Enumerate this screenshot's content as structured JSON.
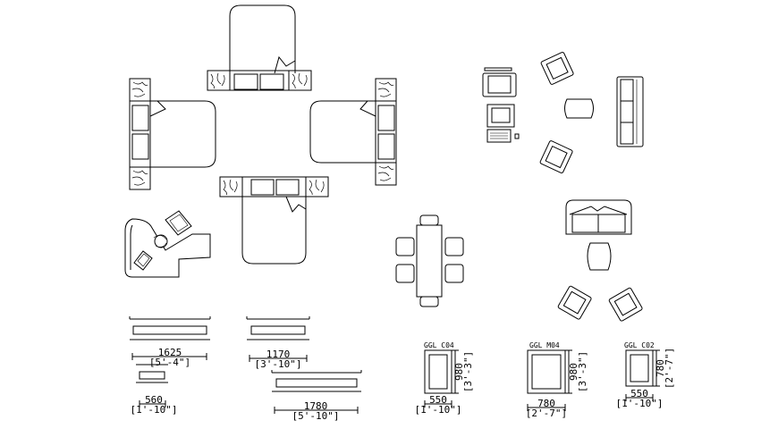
{
  "dims": {
    "d1625": {
      "mm": "1625",
      "ft": "[5'-4\"]"
    },
    "d1170": {
      "mm": "1170",
      "ft": "[3'-10\"]"
    },
    "d560": {
      "mm": "560",
      "ft": "[1'-10\"]"
    },
    "d1780": {
      "mm": "1780",
      "ft": "[5'-10\"]"
    }
  },
  "tables": [
    {
      "code": "GGL C04",
      "width": "550",
      "width_ft": "[1'-10\"]",
      "depth": "980",
      "depth_ft": "[3'-3\"]"
    },
    {
      "code": "GGL M04",
      "width": "780",
      "width_ft": "[2'-7\"]",
      "depth": "980",
      "depth_ft": "[3'-3\"]"
    },
    {
      "code": "GGL C02",
      "width": "550",
      "width_ft": "[1'-10\"]",
      "depth": "780",
      "depth_ft": "[2'-7\"]"
    }
  ]
}
